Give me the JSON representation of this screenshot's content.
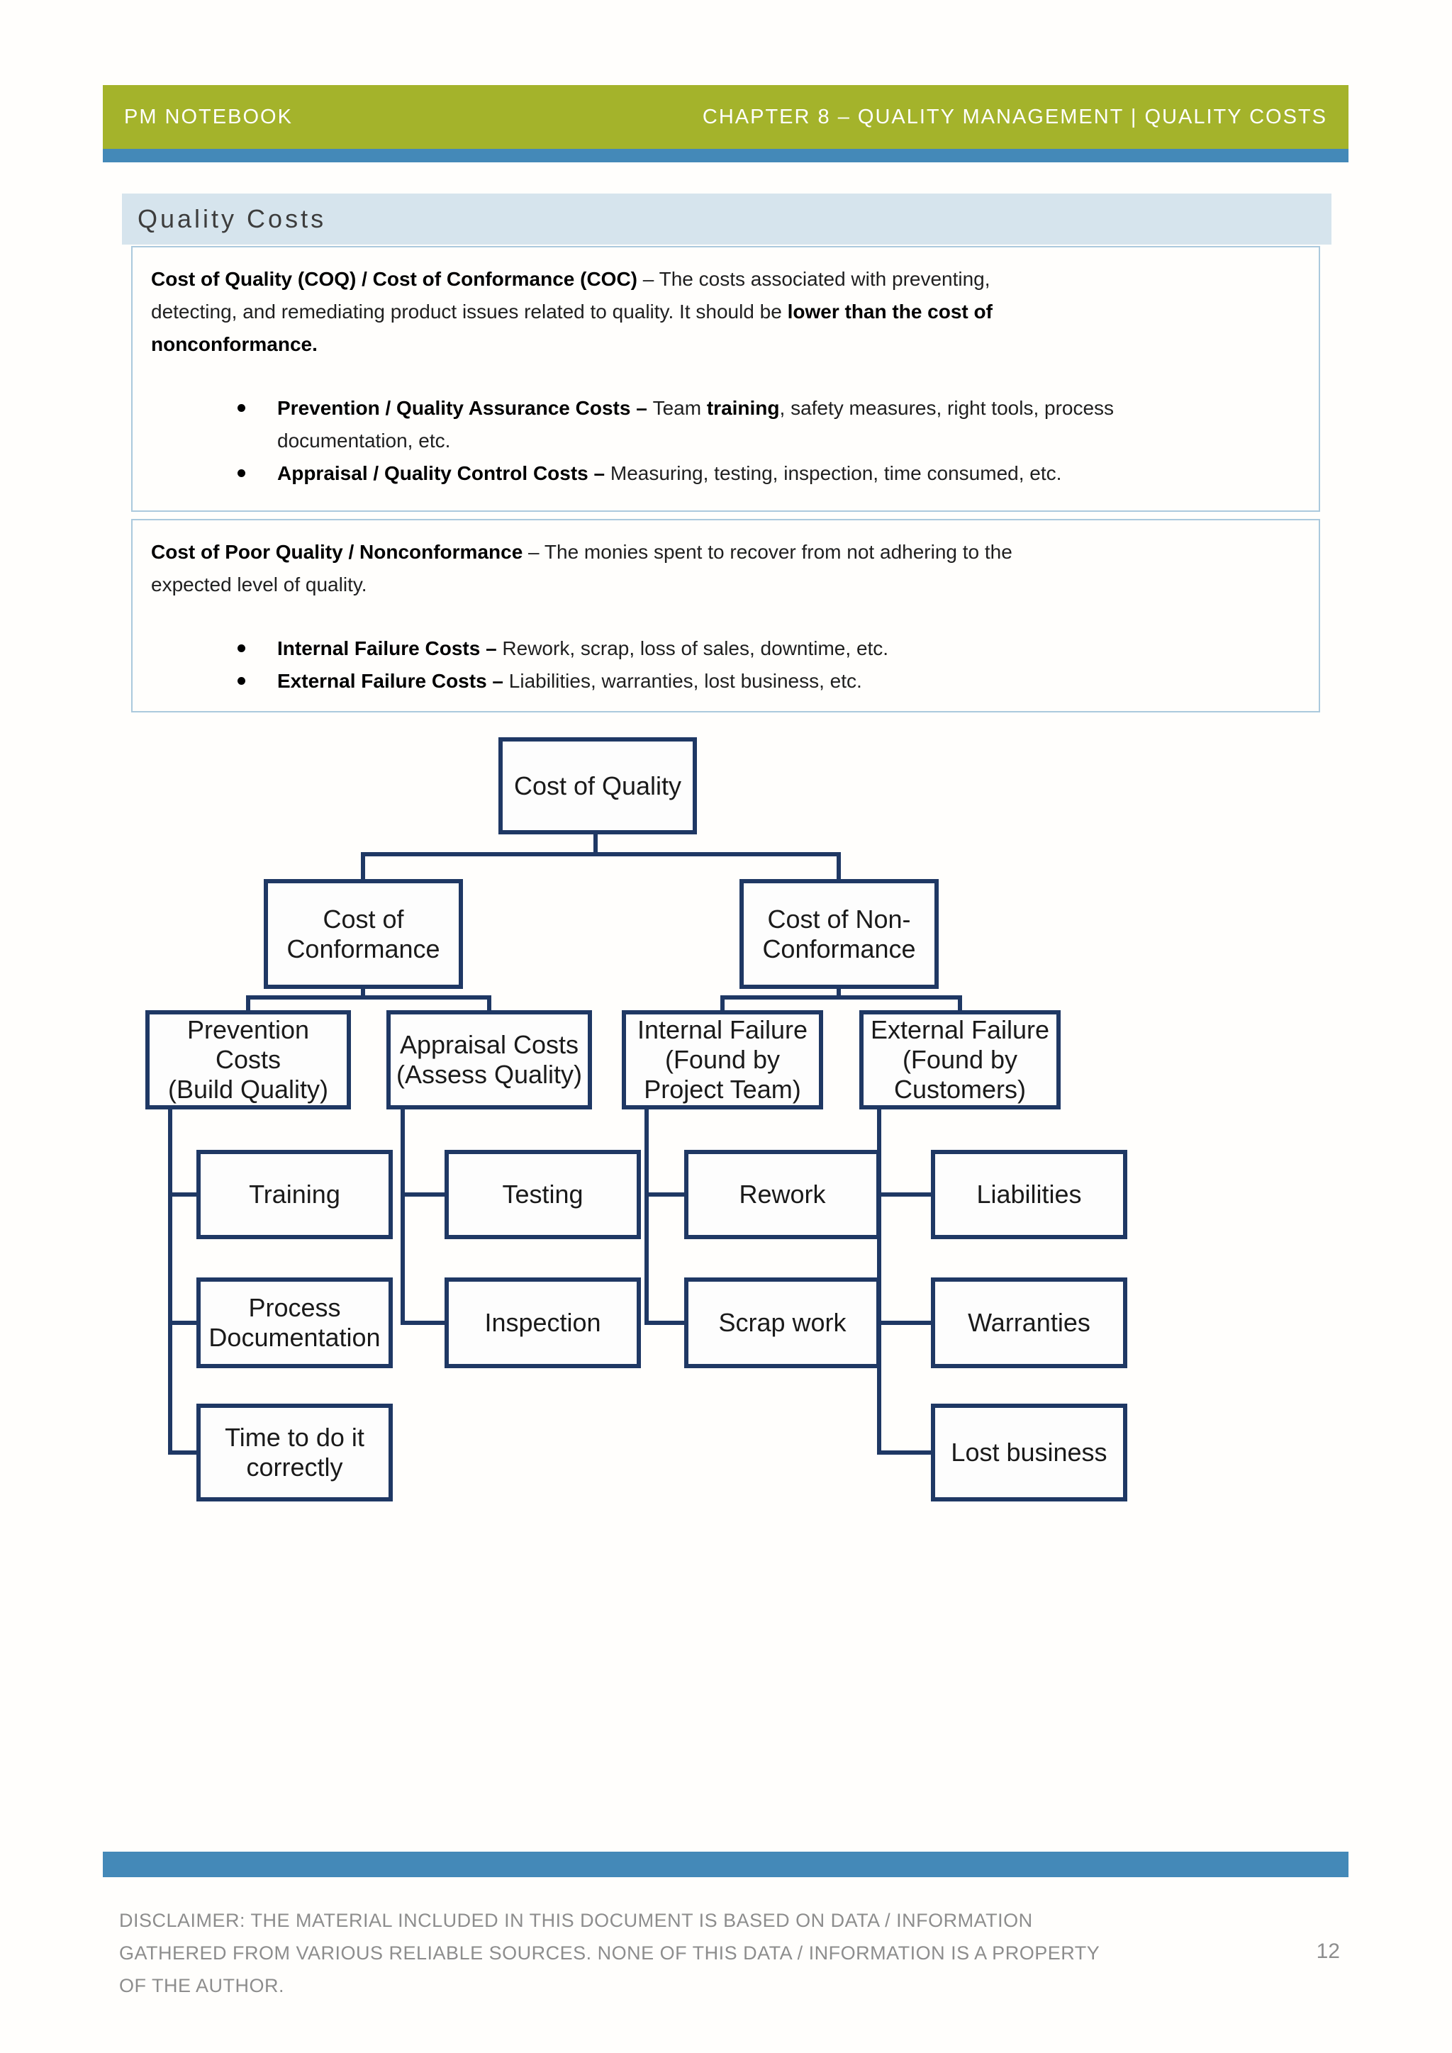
{
  "header": {
    "left": "PM NOTEBOOK",
    "right": "CHAPTER 8 – QUALITY MANAGEMENT | QUALITY COSTS"
  },
  "title_bar": {
    "label": "Quality Costs"
  },
  "colors": {
    "header_green": "#a4b32b",
    "divider_blue": "#4489b8",
    "title_bg": "#d6e4ed",
    "textbox_border": "#abc9dd",
    "diagram_line": "#1f3864",
    "footer_gray": "#8d8d8d"
  },
  "sections": [
    {
      "paragraph": [
        {
          "b": 1,
          "t": "Cost of Quality (COQ) / Cost of Conformance (COC)"
        },
        {
          "t": " – The costs associated with preventing,\ndetecting, and remediating product issues related to quality. It should be "
        },
        {
          "b": 1,
          "t": "lower than the cost of\nnonconformance."
        }
      ],
      "bullets": [
        [
          {
            "b": 1,
            "t": "Prevention / Quality Assurance Costs – "
          },
          {
            "t": "Team "
          },
          {
            "b": 1,
            "t": "training"
          },
          {
            "t": ", safety measures, right tools, process\ndocumentation, etc."
          }
        ],
        [
          {
            "b": 1,
            "t": "Appraisal / Quality Control Costs – "
          },
          {
            "t": "Measuring, testing, inspection, time consumed, etc."
          }
        ]
      ]
    },
    {
      "paragraph": [
        {
          "b": 1,
          "t": "Cost of Poor Quality / Nonconformance"
        },
        {
          "t": " – The monies spent to recover from not adhering to the\nexpected level of quality."
        }
      ],
      "bullets": [
        [
          {
            "b": 1,
            "t": "Internal Failure Costs – "
          },
          {
            "t": "Rework, scrap, loss of sales, downtime, etc."
          }
        ],
        [
          {
            "b": 1,
            "t": "External Failure Costs – "
          },
          {
            "t": "Liabilities, warranties, lost business, etc."
          }
        ]
      ]
    }
  ],
  "diagram": {
    "nodes": {
      "coq": "Cost of Quality",
      "coc": "Cost of\nConformance",
      "conc": "Cost of Non-\nConformance",
      "prevention": "Prevention\nCosts\n(Build Quality)",
      "appraisal": "Appraisal Costs\n(Assess Quality)",
      "internal": "Internal Failure\n(Found by\nProject Team)",
      "external": "External Failure\n(Found by\nCustomers)",
      "training": "Training",
      "testing": "Testing",
      "rework": "Rework",
      "liabilities": "Liabilities",
      "procdoc": "Process\nDocumentation",
      "inspection": "Inspection",
      "scrap": "Scrap work",
      "warranties": "Warranties",
      "time": "Time to do it\ncorrectly",
      "lost": "Lost business"
    },
    "tree": {
      "Cost of Quality": {
        "Cost of Conformance": {
          "Prevention Costs (Build Quality)": [
            "Training",
            "Process Documentation",
            "Time to do it correctly"
          ],
          "Appraisal Costs (Assess Quality)": [
            "Testing",
            "Inspection"
          ]
        },
        "Cost of Non-Conformance": {
          "Internal Failure (Found by Project Team)": [
            "Rework",
            "Scrap work"
          ],
          "External Failure (Found by Customers)": [
            "Liabilities",
            "Warranties",
            "Lost business"
          ]
        }
      }
    }
  },
  "footer": {
    "lines": [
      "DISCLAIMER: THE MATERIAL INCLUDED IN THIS DOCUMENT IS BASED ON DATA / INFORMATION",
      "GATHERED FROM VARIOUS RELIABLE SOURCES. NONE OF THIS DATA / INFORMATION IS A PROPERTY",
      "OF THE AUTHOR."
    ],
    "page_number": "12"
  }
}
